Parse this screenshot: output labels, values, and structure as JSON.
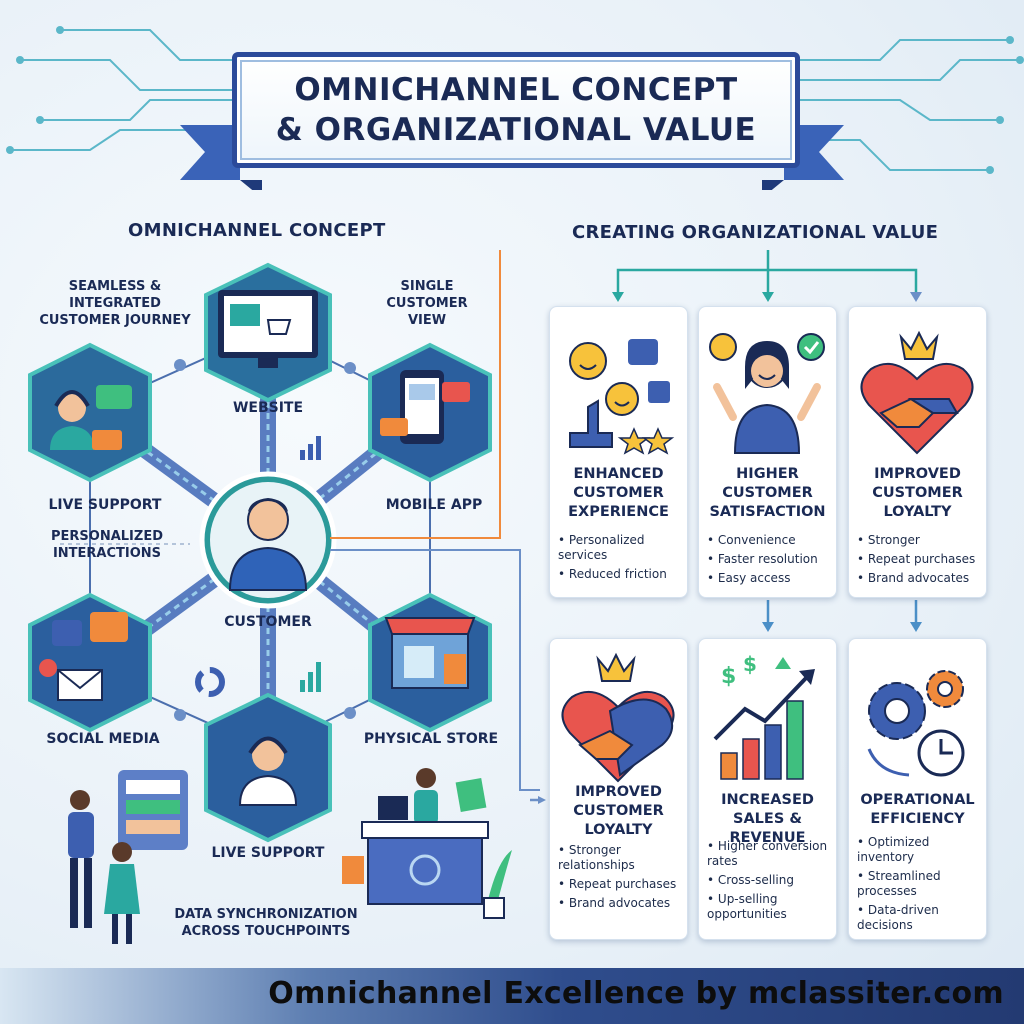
{
  "title": {
    "line1": "OMNICHANNEL CONCEPT",
    "line2": "& ORGANIZATIONAL VALUE"
  },
  "left": {
    "heading": "OMNICHANNEL CONCEPT",
    "callouts": {
      "seamless": [
        "SEAMLESS &",
        "INTEGRATED",
        "CUSTOMER JOURNEY"
      ],
      "single_view": [
        "SINGLE",
        "CUSTOMER",
        "VIEW"
      ],
      "personalized": [
        "PERSONALIZED",
        "INTERACTIONS"
      ],
      "data_sync": [
        "DATA SYNCHRONIZATION",
        "ACROSS TOUCHPOINTS"
      ]
    },
    "nodes": {
      "website": "WEBSITE",
      "live_support_top": "LIVE SUPPORT",
      "mobile_app": "MOBILE APP",
      "customer": "CUSTOMER",
      "social_media": "SOCIAL MEDIA",
      "physical_store": "PHYSICAL STORE",
      "live_support_bottom": "LIVE SUPPORT"
    }
  },
  "right": {
    "heading": "CREATING ORGANIZATIONAL VALUE",
    "cards": [
      {
        "title": [
          "ENHANCED",
          "CUSTOMER",
          "EXPERIENCE"
        ],
        "bullets": [
          "Personalized services",
          "Reduced friction"
        ]
      },
      {
        "title": [
          "HIGHER",
          "CUSTOMER",
          "SATISFACTION"
        ],
        "bullets": [
          "Convenience",
          "Faster resolution",
          "Easy access"
        ]
      },
      {
        "title": [
          "IMPROVED",
          "CUSTOMER",
          "LOYALTY"
        ],
        "bullets": [
          "Stronger",
          "Repeat purchases",
          "Brand advocates"
        ]
      },
      {
        "title": [
          "IMPROVED",
          "CUSTOMER",
          "LOYALTY"
        ],
        "bullets": [
          "Stronger relationships",
          "Repeat purchases",
          "Brand advocates"
        ]
      },
      {
        "title": [
          "INCREASED",
          "SALES & REVENUE"
        ],
        "bullets": [
          "Higher conversion rates",
          "Cross-selling",
          "Up-selling opportunities"
        ]
      },
      {
        "title": [
          "OPERATIONAL",
          "EFFICIENCY"
        ],
        "bullets": [
          "Optimized inventory",
          "Streamlined processes",
          "Data-driven decisions"
        ]
      }
    ]
  },
  "footer": {
    "text": "Omnichannel Excellence by mclassiter.com"
  },
  "colors": {
    "navy": "#1a2a55",
    "teal": "#2aa8a0",
    "blue": "#3d5fb0",
    "orange": "#f08a3c"
  }
}
